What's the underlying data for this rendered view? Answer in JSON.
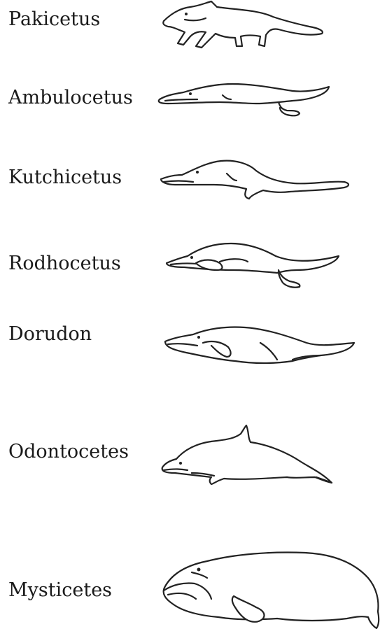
{
  "taxa": [
    {
      "name": "Pakicetus",
      "icon": "pakicetus-icon"
    },
    {
      "name": "Ambulocetus",
      "icon": "ambulocetus-icon"
    },
    {
      "name": "Kutchicetus",
      "icon": "kutchicetus-icon"
    },
    {
      "name": "Rodhocetus",
      "icon": "rodhocetus-icon"
    },
    {
      "name": "Dorudon",
      "icon": "dorudon-icon"
    },
    {
      "name": "Odontocetes",
      "icon": "odontocete-icon"
    },
    {
      "name": "Mysticetes",
      "icon": "mysticete-icon"
    }
  ]
}
